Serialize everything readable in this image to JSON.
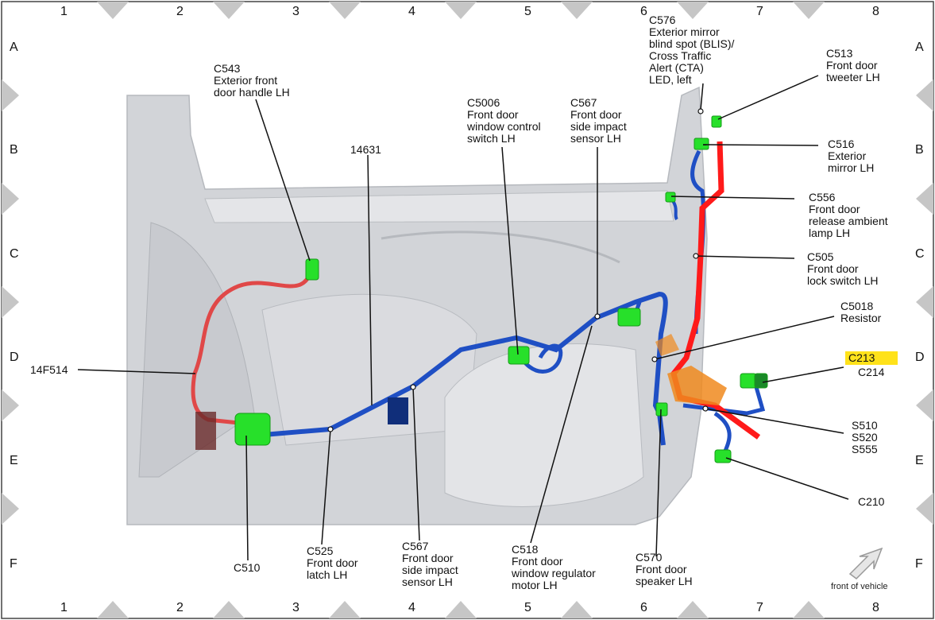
{
  "grid": {
    "columns": [
      "1",
      "2",
      "3",
      "4",
      "5",
      "6",
      "7",
      "8"
    ],
    "rows": [
      "A",
      "B",
      "C",
      "D",
      "E",
      "F"
    ]
  },
  "labels": {
    "c576": "C576\nExterior mirror\nblind spot (BLIS)/\nCross Traffic\nAlert (CTA)\nLED, left",
    "c513": "C513\nFront door\ntweeter LH",
    "c543": "C543\nExterior front\ndoor handle LH",
    "c5006": "C5006\nFront door\nwindow control\nswitch LH",
    "c567_top": "C567\nFront door\nside impact\nsensor LH",
    "c516": "C516\nExterior\nmirror LH",
    "n14631": "14631",
    "c556": "C556\nFront door\nrelease ambient\nlamp LH",
    "c505": "C505\nFront door\nlock switch LH",
    "c5018": "C5018\nResistor",
    "c213": "C213",
    "c214": "C214",
    "n14f514": "14F514",
    "s510": "S510\nS520\nS555",
    "c210": "C210",
    "c510": "C510",
    "c525": "C525\nFront door\nlatch LH",
    "c567_bottom": "C567\nFront door\nside impact\nsensor LH",
    "c518": "C518\nFront door\nwindow regulator\nmotor LH",
    "c570": "C570\nFront door\nspeaker LH",
    "front_of_vehicle": "front of vehicle"
  },
  "colors": {
    "harness_blue": "#1f4fc4",
    "harness_red": "#ff1a1a",
    "harness_pink": "#e04848",
    "connector_green": "#27e02a",
    "highlight_yellow": "#ffe21a",
    "orange_part": "#f08a1e",
    "door_gray": "#d2d4d8",
    "grid_triangle": "#c6c6c6"
  }
}
